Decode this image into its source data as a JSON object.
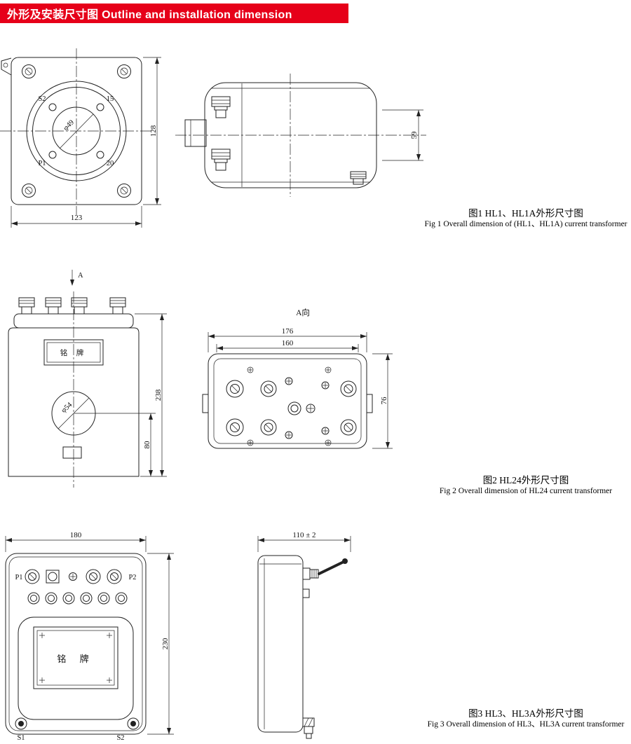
{
  "colors": {
    "header_red": "#e60019",
    "line": "#222222"
  },
  "header": {
    "title": "外形及安装尺寸图 Outline and installation dimension"
  },
  "fig1": {
    "caption_zh": "图1 HL1、HL1A外形尺寸图",
    "caption_en": "Fig 1 Overall dimension of (HL1、HL1A) current transformer",
    "dim_width": "123",
    "dim_height": "128",
    "dim_depth": "59",
    "bore": "φ49",
    "term_s2": "S2",
    "term_15": "15",
    "term_p1": "P1",
    "term_20": "20"
  },
  "fig2": {
    "caption_zh": "图2 HL24外形尺寸图",
    "caption_en": "Fig 2 Overall dimension of HL24 current transformer",
    "view_arrow": "A",
    "view_label": "A向",
    "nameplate": "铭  牌",
    "bore": "φ54",
    "dim_height": "238",
    "dim_offset": "80",
    "dim_top_w": "176",
    "dim_top_inner": "160",
    "dim_top_h": "76"
  },
  "fig3": {
    "caption_zh": "图3 HL3、HL3A外形尺寸图",
    "caption_en": "Fig 3 Overall dimension of HL3、HL3A current transformer",
    "nameplate": "铭  牌",
    "p1": "P1",
    "p2": "P2",
    "s1": "S1",
    "s2": "S2",
    "dim_width": "180",
    "dim_height": "230",
    "dim_depth": "110 ± 2"
  }
}
